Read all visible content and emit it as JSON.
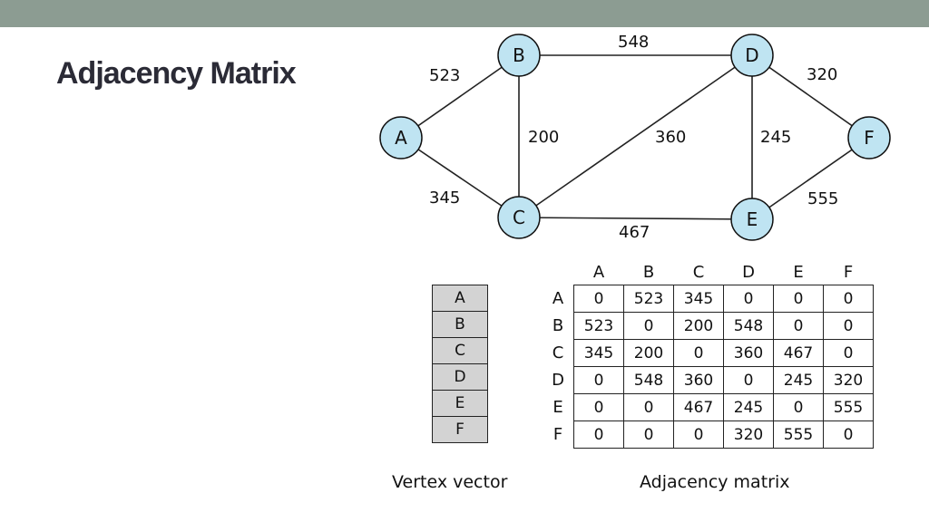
{
  "slide": {
    "title": "Adjacency Matrix",
    "header_color": "#8c9c92"
  },
  "graph": {
    "nodes": [
      "A",
      "B",
      "C",
      "D",
      "E",
      "F"
    ],
    "edges": [
      {
        "from": "A",
        "to": "B",
        "weight": "523"
      },
      {
        "from": "A",
        "to": "C",
        "weight": "345"
      },
      {
        "from": "B",
        "to": "C",
        "weight": "200"
      },
      {
        "from": "B",
        "to": "D",
        "weight": "548"
      },
      {
        "from": "C",
        "to": "D",
        "weight": "360"
      },
      {
        "from": "C",
        "to": "E",
        "weight": "467"
      },
      {
        "from": "D",
        "to": "E",
        "weight": "245"
      },
      {
        "from": "D",
        "to": "F",
        "weight": "320"
      },
      {
        "from": "E",
        "to": "F",
        "weight": "555"
      }
    ],
    "node_color": "#bfe4f2"
  },
  "vertex_vector": {
    "caption": "Vertex vector",
    "items": [
      "A",
      "B",
      "C",
      "D",
      "E",
      "F"
    ]
  },
  "adjacency_matrix": {
    "caption": "Adjacency matrix",
    "column_headers": [
      "A",
      "B",
      "C",
      "D",
      "E",
      "F"
    ],
    "row_headers": [
      "A",
      "B",
      "C",
      "D",
      "E",
      "F"
    ],
    "rows": [
      [
        "0",
        "523",
        "345",
        "0",
        "0",
        "0"
      ],
      [
        "523",
        "0",
        "200",
        "548",
        "0",
        "0"
      ],
      [
        "345",
        "200",
        "0",
        "360",
        "467",
        "0"
      ],
      [
        "0",
        "548",
        "360",
        "0",
        "245",
        "320"
      ],
      [
        "0",
        "0",
        "467",
        "245",
        "0",
        "555"
      ],
      [
        "0",
        "0",
        "0",
        "320",
        "555",
        "0"
      ]
    ]
  }
}
